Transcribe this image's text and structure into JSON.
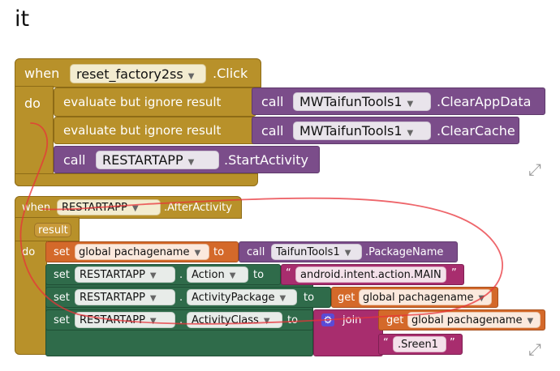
{
  "heading": "it",
  "block1": {
    "when": "when",
    "component": "reset_factory2ss",
    "event": ".Click",
    "do": "do",
    "rows": [
      {
        "label": "evaluate but ignore result",
        "call": "call",
        "component": "MWTaifunTools1",
        "method": ".ClearAppData"
      },
      {
        "label": "evaluate but ignore result",
        "call": "call",
        "component": "MWTaifunTools1",
        "method": ".ClearCache"
      }
    ],
    "call_row": {
      "call": "call",
      "component": "RESTARTAPP",
      "method": ".StartActivity"
    }
  },
  "block2": {
    "when": "when",
    "component": "RESTARTAPP",
    "event": ".AfterActivity",
    "param": "result",
    "do": "do",
    "set_global": {
      "set": "set",
      "var": "global pachagename",
      "to": "to",
      "call": "call",
      "component": "TaifunTools1",
      "method": ".PackageName"
    },
    "set_action": {
      "set": "set",
      "component": "RESTARTAPP",
      "dot": ".",
      "prop": "Action",
      "to": "to",
      "quote_open": "“",
      "value": "android.intent.action.MAIN",
      "quote_close": "”"
    },
    "set_package": {
      "set": "set",
      "component": "RESTARTAPP",
      "dot": ".",
      "prop": "ActivityPackage",
      "to": "to",
      "get": "get",
      "var": "global pachagename"
    },
    "set_class": {
      "set": "set",
      "component": "RESTARTAPP",
      "dot": ".",
      "prop": "ActivityClass",
      "to": "to",
      "join": "join",
      "get": "get",
      "var": "global pachagename",
      "quote_open": "“",
      "value": ".Sreen1",
      "quote_close": "”"
    }
  },
  "icons": {
    "expand": "expand-icon",
    "gear": "gear-icon"
  },
  "colors": {
    "control": "#b8912a",
    "procedure": "#7b4d8a",
    "setter": "#2f6b4a",
    "getter": "#d4692a",
    "text": "#a82d6e",
    "annotation": "#e8333a"
  }
}
